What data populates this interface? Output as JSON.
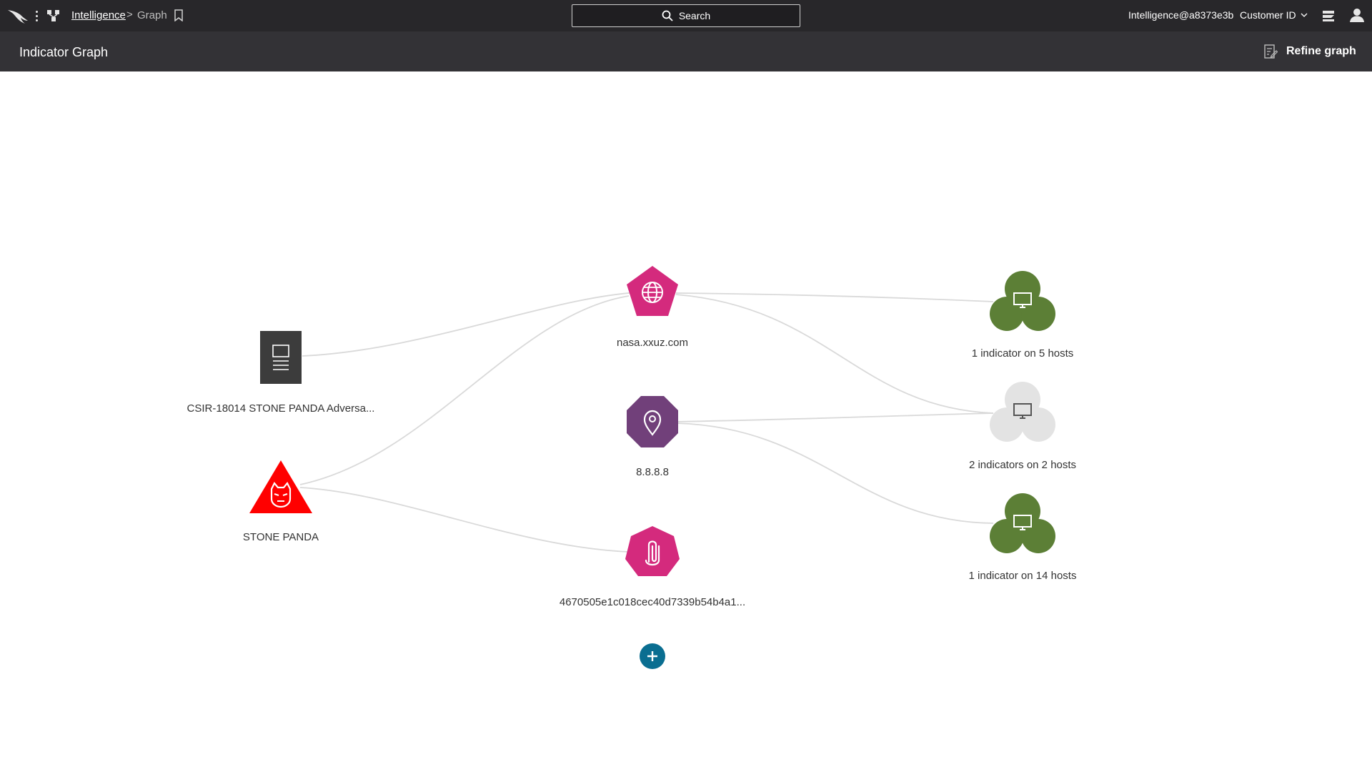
{
  "topbar": {
    "breadcrumb_link": "Intelligence",
    "breadcrumb_separator": ">",
    "breadcrumb_current": "Graph",
    "search_label": "Search",
    "user_email": "Intelligence@a8373e3b",
    "customer_label": "Customer ID",
    "icons": [
      "falcon-logo-icon",
      "kebab-menu-icon",
      "app-graph-icon",
      "bookmark-icon",
      "search-icon",
      "chevron-down-icon",
      "notifications-icon",
      "user-profile-icon"
    ]
  },
  "subheader": {
    "title": "Indicator Graph",
    "refine_label": "Refine graph",
    "refine_icon": "edit-document-icon"
  },
  "graph": {
    "nodes": {
      "report": {
        "label": "CSIR-18014 STONE PANDA Adversa...",
        "icon": "report-document-icon",
        "color": "#3c3c3c"
      },
      "adversary": {
        "label": "STONE PANDA",
        "icon": "adversary-mask-icon",
        "color": "#ff0000"
      },
      "domain": {
        "label": "nasa.xxuz.com",
        "icon": "globe-icon",
        "color": "#d42a7d"
      },
      "ip": {
        "label": "8.8.8.8",
        "icon": "location-pin-icon",
        "color": "#71407a"
      },
      "hash": {
        "label": "4670505e1c018cec40d7339b54b4a1...",
        "icon": "paperclip-icon",
        "color": "#d42a7d"
      },
      "hosts_a": {
        "label": "1 indicator on 5 hosts",
        "icon": "host-monitor-icon",
        "color": "#5c7f36"
      },
      "hosts_b": {
        "label": "2 indicators on 2 hosts",
        "icon": "host-monitor-icon",
        "color": "#e3e3e3"
      },
      "hosts_c": {
        "label": "1 indicator on 14 hosts",
        "icon": "host-monitor-icon",
        "color": "#5c7f36"
      }
    },
    "add_button_icon": "plus-icon"
  }
}
